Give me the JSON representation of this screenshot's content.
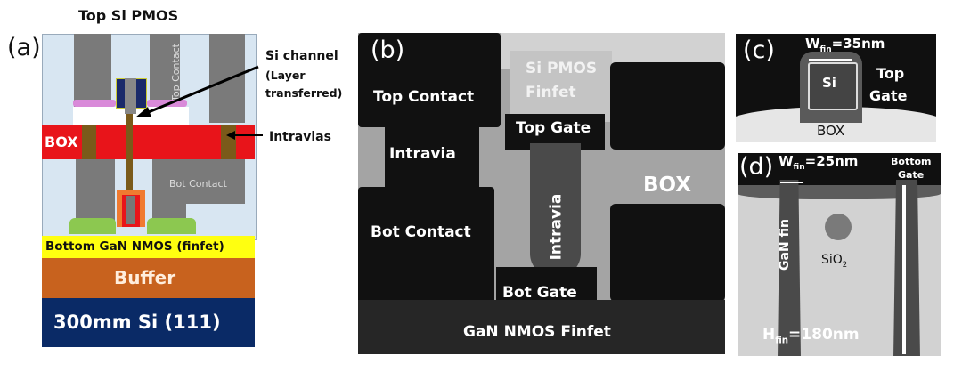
{
  "panel_a": {
    "label": "(a)",
    "title": "Top Si PMOS",
    "top_contact": "Top Contact",
    "si_channel_line1": "Si channel",
    "si_channel_line2": "(Layer",
    "si_channel_line3": "transferred)",
    "box": "BOX",
    "intravias": "Intravias",
    "bot_contact": "Bot Contact",
    "bottom_layer": "Bottom GaN NMOS (finfet)",
    "buffer": "Buffer",
    "substrate": "300mm Si (111)"
  },
  "panel_b": {
    "label": "(b)",
    "si_pmos_line1": "Si PMOS",
    "si_pmos_line2": "Finfet",
    "top_contact": "Top Contact",
    "top_gate": "Top Gate",
    "intravia_left": "Intravia",
    "intravia_center": "Intravia",
    "box": "BOX",
    "bot_contact": "Bot Contact",
    "bot_gate": "Bot Gate",
    "gan_nmos": "GaN NMOS Finfet"
  },
  "panel_c": {
    "label": "(c)",
    "wfin_symbol": "W",
    "wfin_sub": "fin",
    "wfin_value": "=35nm",
    "si": "Si",
    "top_gate_line1": "Top",
    "top_gate_line2": "Gate",
    "box": "BOX"
  },
  "panel_d": {
    "label": "(d)",
    "wfin_symbol": "W",
    "wfin_sub": "fin",
    "wfin_value": "=25nm",
    "bottom_gate_line1": "Bottom",
    "bottom_gate_line2": "Gate",
    "gan_fin": "GaN fin",
    "sio2": "SiO",
    "sio2_sub": "2",
    "hfin_symbol": "H",
    "hfin_sub": "fin",
    "hfin_value": "=180nm"
  }
}
